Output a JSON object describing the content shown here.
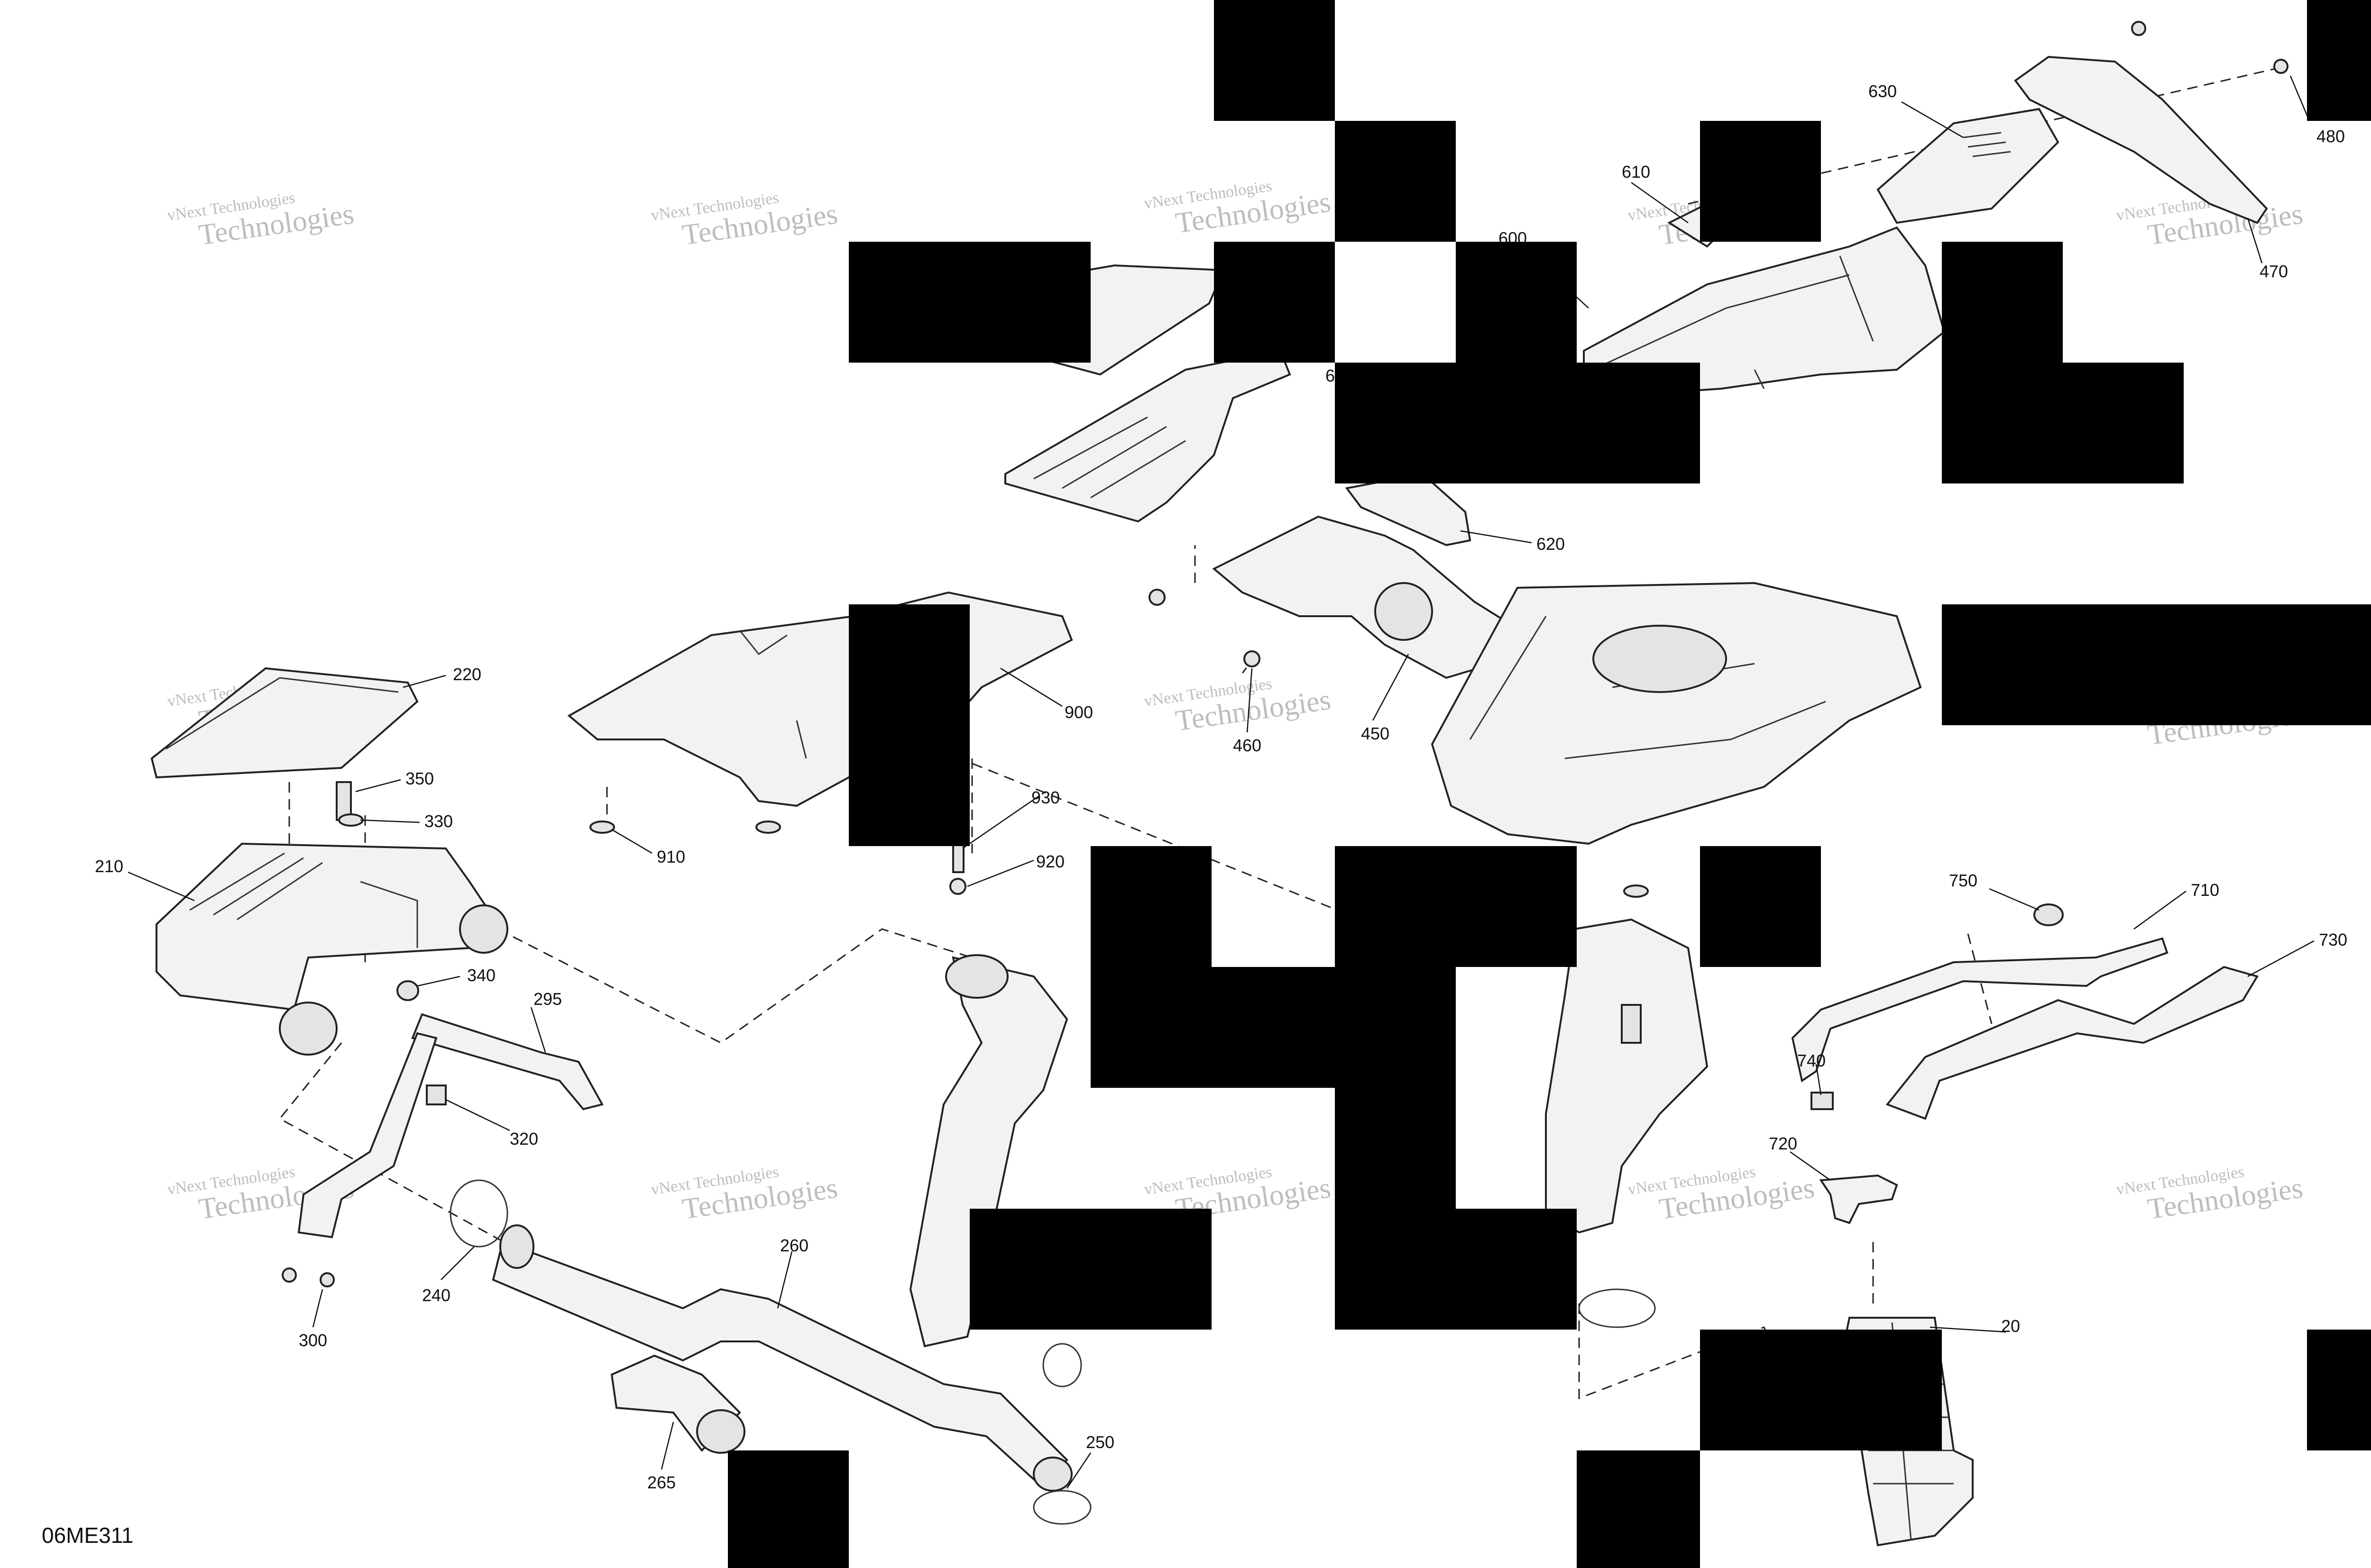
{
  "doc_id": "06ME311",
  "watermark": {
    "line1": "vNext Technologies",
    "line2": "vNext",
    "line3": "Technologies"
  },
  "callouts": [
    {
      "label": "220"
    },
    {
      "label": "350"
    },
    {
      "label": "330"
    },
    {
      "label": "210"
    },
    {
      "label": "340"
    },
    {
      "label": "295"
    },
    {
      "label": "320"
    },
    {
      "label": "240"
    },
    {
      "label": "300"
    },
    {
      "label": "260"
    },
    {
      "label": "265"
    },
    {
      "label": "250"
    },
    {
      "label": "900"
    },
    {
      "label": "910"
    },
    {
      "label": "930"
    },
    {
      "label": "920"
    },
    {
      "label": "460"
    },
    {
      "label": "450"
    },
    {
      "label": "620"
    },
    {
      "label": "600"
    },
    {
      "label": "610"
    },
    {
      "label": "630"
    },
    {
      "label": "480"
    },
    {
      "label": "470"
    },
    {
      "label": "750"
    },
    {
      "label": "710"
    },
    {
      "label": "730"
    },
    {
      "label": "740"
    },
    {
      "label": "720"
    },
    {
      "label": "20"
    },
    {
      "label": "6"
    }
  ]
}
